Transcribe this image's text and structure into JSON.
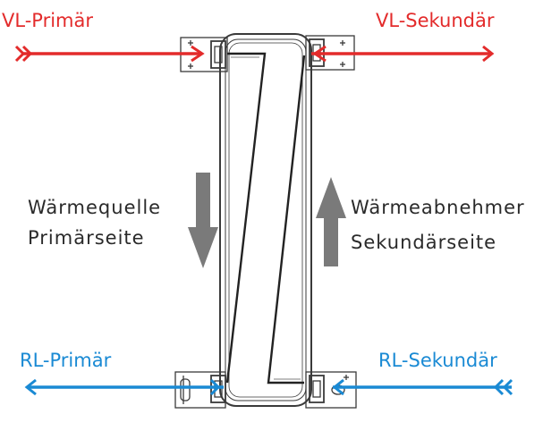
{
  "labels": {
    "vl_primaer": "VL-Primär",
    "vl_sekundaer": "VL-Sekundär",
    "rl_primaer": "RL-Primär",
    "rl_sekundaer": "RL-Sekundär",
    "waermequelle": "Wärmequelle",
    "primaerseite": "Primärseite",
    "waermeabnehmer": "Wärmeabnehmer",
    "sekundaerseite": "Sekundärseite"
  },
  "colors": {
    "flow_supply": "#e32b2b",
    "flow_return": "#1a8ad4",
    "direction_arrow": "#7a7a7a",
    "text": "#2a2a2a",
    "outline": "#3a3a3a"
  }
}
